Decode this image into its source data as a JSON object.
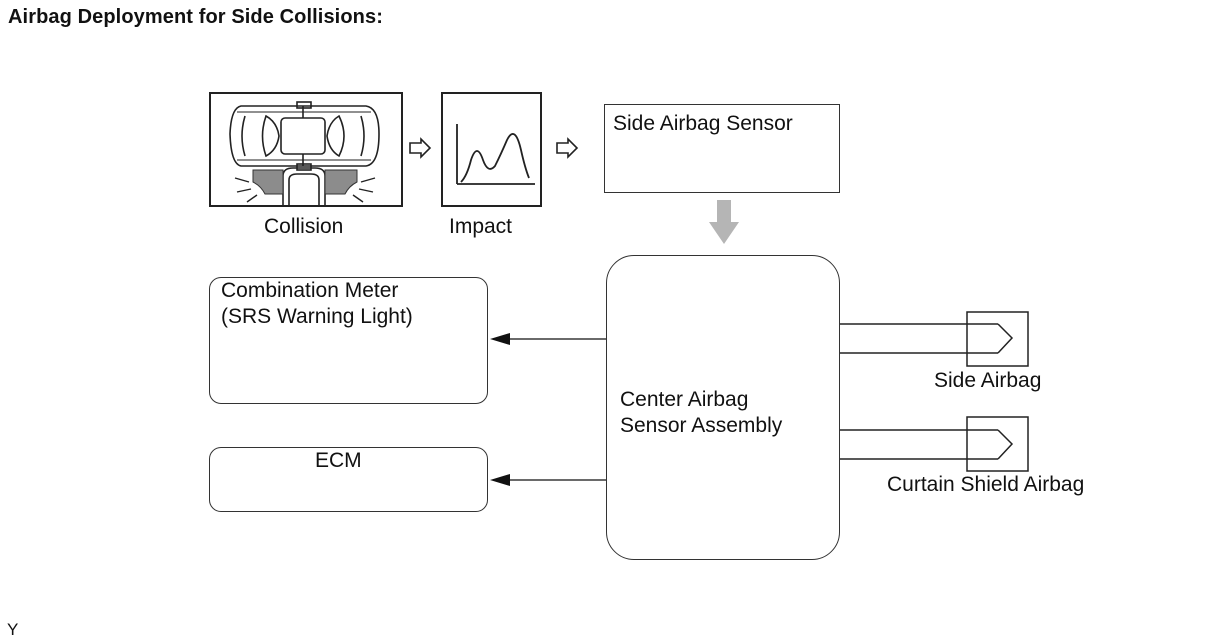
{
  "title": "Airbag Deployment for Side Collisions:",
  "labels": {
    "collision": "Collision",
    "impact": "Impact",
    "side_airbag_sensor": "Side Airbag Sensor",
    "combination_meter_line1": "Combination Meter",
    "combination_meter_line2": "(SRS Warning Light)",
    "ecm": "ECM",
    "center_line1": "Center Airbag",
    "center_line2": "Sensor Assembly",
    "side_airbag": "Side Airbag",
    "curtain_shield_airbag": "Curtain Shield Airbag"
  },
  "footer": "Y",
  "icons": {
    "collision": "car-collision-icon",
    "impact": "impact-waveform-icon",
    "flow_arrows": "hollow-right-arrow-icon"
  },
  "colors": {
    "line": "#333333",
    "gray_arrow": "#b5b5b5",
    "collision_fill": "#8c8c8c"
  }
}
